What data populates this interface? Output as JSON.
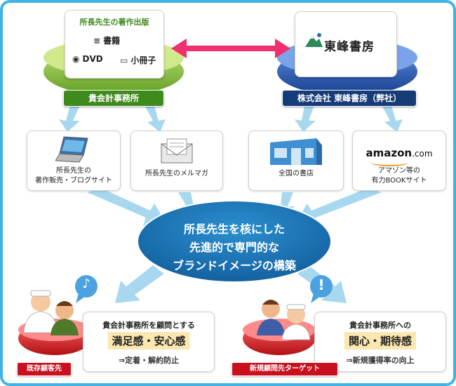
{
  "publication": {
    "title": "所長先生の著作出版",
    "items": [
      "書籍",
      "DVD",
      "小冊子"
    ]
  },
  "client_office_label": "貴会計事務所",
  "publisher": {
    "name": "東峰書房",
    "company_label": "株式会社 東峰書房（弊社）"
  },
  "channels": [
    {
      "label_lines": [
        "所長先生の",
        "著作販売・ブログサイト"
      ],
      "icon": "laptop-icon"
    },
    {
      "label_lines": [
        "所長先生のメルマガ"
      ],
      "icon": "envelope-icon"
    },
    {
      "label_lines": [
        "全国の書店"
      ],
      "icon": "bookstore-icon"
    },
    {
      "label_lines": [
        "アマゾン等の",
        "有力BOOKサイト"
      ],
      "icon": "amazon-logo"
    }
  ],
  "amazon_logo": {
    "main": "amazon",
    "suffix": ".com"
  },
  "center_message": [
    "所長先生を核にした",
    "先進的で専門的な",
    "ブランドイメージの構築"
  ],
  "targets": [
    {
      "line1": "貴会計事務所を顧問とする",
      "highlight": "満足感・安心感",
      "line3": "⇒定着・解約防止",
      "tag": "既存顧客先",
      "bubble": "♪"
    },
    {
      "line1": "貴会計事務所への",
      "highlight": "関心・期待感",
      "line3": "⇒新規獲得率の向上",
      "tag": "新規顧問先ターゲット",
      "bubble": "!"
    }
  ],
  "colors": {
    "frame": "#3fb3e6",
    "arrow": "#a8d8ef",
    "green": "#3f8a1c",
    "navy": "#163c78",
    "center": "#1f73b4",
    "pink_arrow": "#ef2f6e",
    "tag_red": "#c8101e",
    "highlight": "#fbe8b0"
  }
}
